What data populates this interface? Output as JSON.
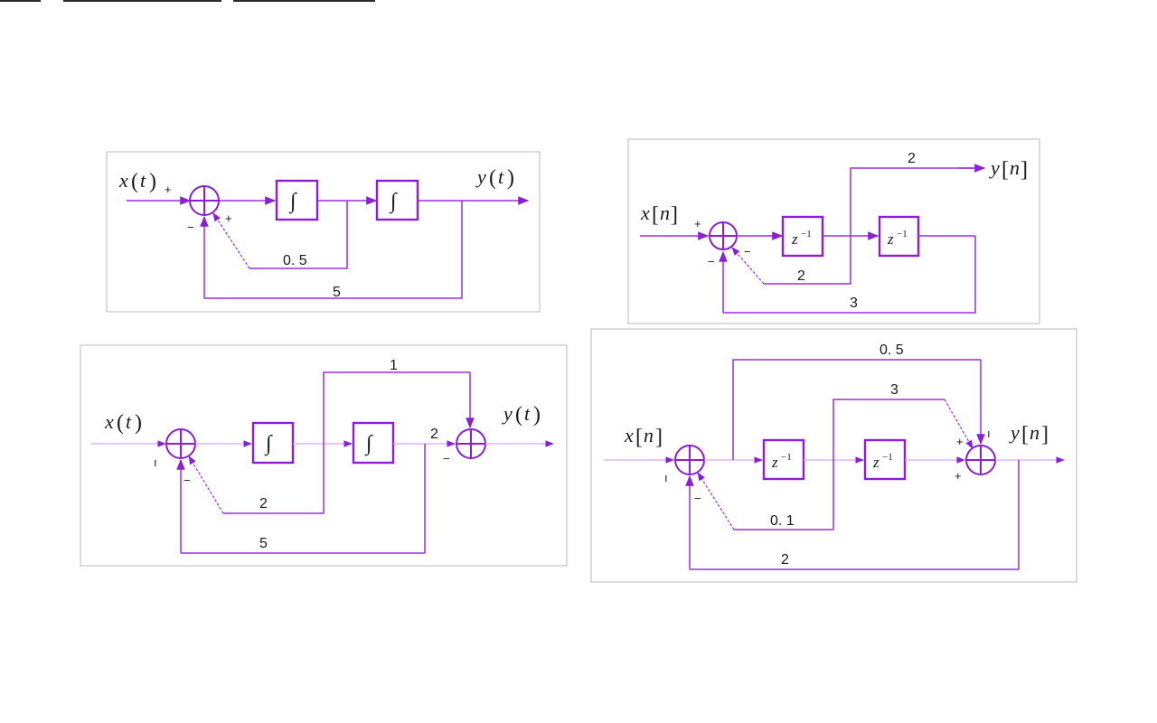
{
  "diagrams": {
    "ct1": {
      "input_label": "x(t)",
      "output_label": "y(t)",
      "gains": [
        "0. 5",
        "5"
      ],
      "signs": [
        "+",
        "−",
        "+"
      ],
      "block_symbol": "∫"
    },
    "dt1": {
      "input_label": "x[n]",
      "output_label": "y[n]",
      "gains": [
        "2",
        "2",
        "3"
      ],
      "signs": [
        "+",
        "−",
        "−"
      ],
      "delay_symbol": "z",
      "delay_exponent": "−1"
    },
    "ct2": {
      "input_label": "x(t)",
      "output_label": "y(t)",
      "gains": [
        "1",
        "2",
        "2",
        "5"
      ],
      "signs": [
        "ı",
        "−",
        "−"
      ],
      "block_symbol": "∫"
    },
    "dt2": {
      "input_label": "x[n]",
      "output_label": "y[n]",
      "gains": [
        "0. 5",
        "3",
        "0. 1",
        "2"
      ],
      "signs": [
        "ı",
        "−",
        "+",
        "ı",
        "+"
      ],
      "delay_symbol": "z",
      "delay_exponent": "−1"
    }
  },
  "colors": {
    "wire": "#9b30d9",
    "block": "#8a1fd6",
    "frame": "#b9b9b9"
  }
}
